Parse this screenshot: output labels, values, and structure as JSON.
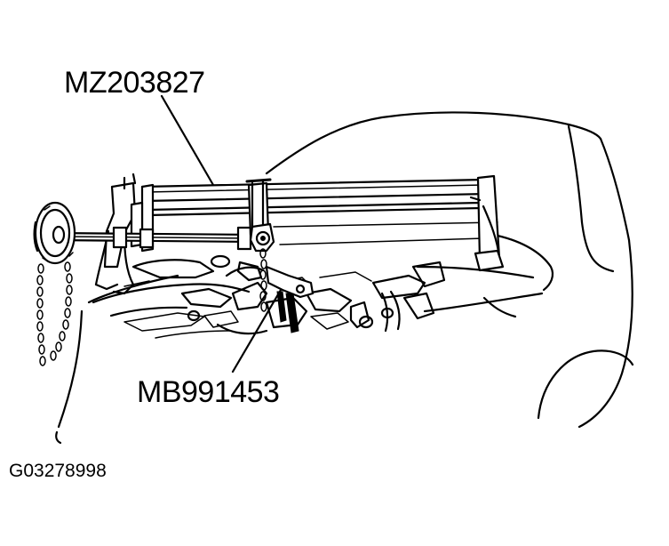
{
  "callouts": {
    "engine_support_fixture": "MZ203827",
    "engine_hanger_bracket": "MB991453"
  },
  "figure_id": "G03278998",
  "colors": {
    "line": "#000000",
    "background": "#ffffff"
  }
}
